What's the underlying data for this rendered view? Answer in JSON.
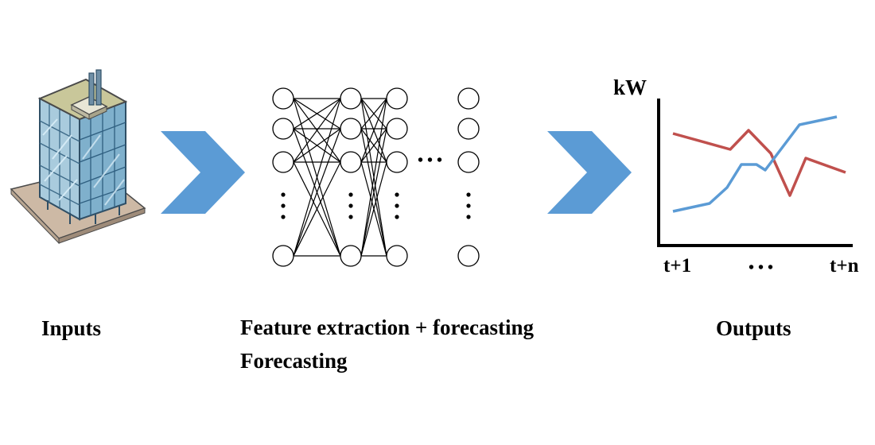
{
  "labels": {
    "inputs": "Inputs",
    "feature_line1": "Feature extraction + forecasting",
    "feature_line2": "Forecasting",
    "outputs": "Outputs"
  },
  "chart": {
    "y_unit": "kW",
    "x_start": "t+1",
    "x_mid": "• • •",
    "x_end": "t+n"
  },
  "network": {
    "ellipsis": "• • •"
  },
  "icons": {
    "input": "office-building-icon",
    "arrows": "chevron-right-icon"
  },
  "colors": {
    "arrow": "#5B9BD5",
    "series_red": "#C0504D",
    "series_blue": "#5B9BD5",
    "building_glass": "#9CC3DA",
    "building_roof": "#C9C79A"
  }
}
